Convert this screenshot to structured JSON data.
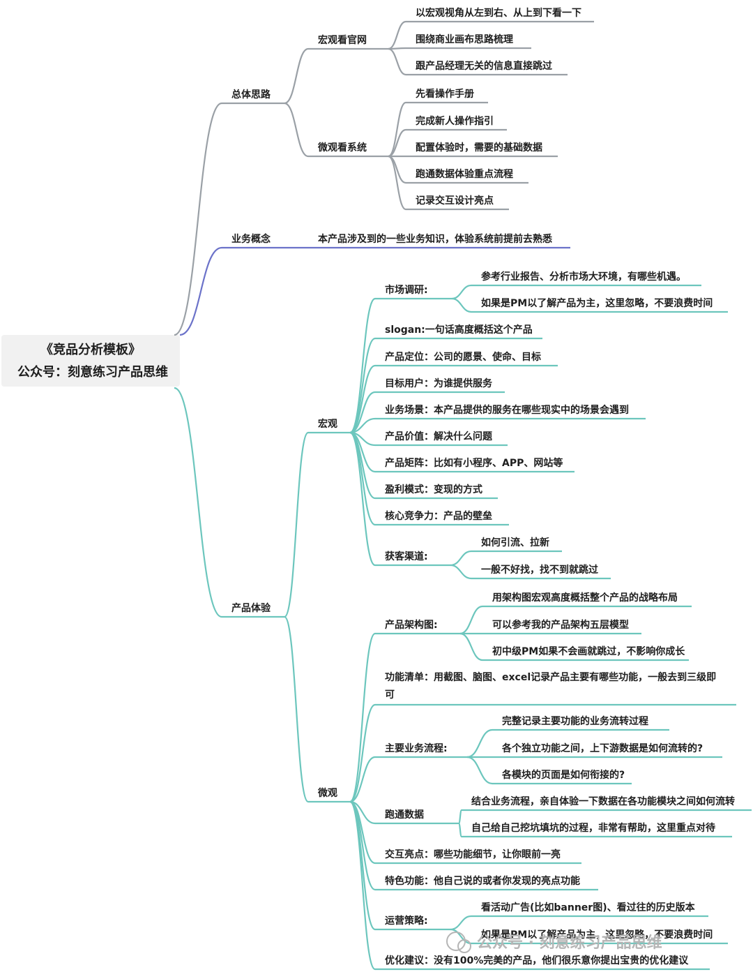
{
  "colors": {
    "gray": "#9aa0a6",
    "blue": "#6b72c9",
    "teal": "#6cc6bd",
    "root_bg": "#f1f1f1",
    "text": "#1e1e1e"
  },
  "root": {
    "title": "《竞品分析模板》",
    "subtitle": "公众号：刻意练习产品思维"
  },
  "branches": {
    "overall": {
      "label": "总体思路",
      "macro": {
        "label": "宏观看官网",
        "items": [
          "以宏观视角从左到右、从上到下看一下",
          "围绕商业画布思路梳理",
          "跟产品经理无关的信息直接跳过"
        ]
      },
      "micro": {
        "label": "微观看系统",
        "items": [
          "先看操作手册",
          "完成新人操作指引",
          "配置体验时，需要的基础数据",
          "跑通数据体验重点流程",
          "记录交互设计亮点"
        ]
      }
    },
    "business": {
      "label": "业务概念",
      "item": "本产品涉及到的一些业务知识，体验系统前提前去熟悉"
    },
    "experience": {
      "label": "产品体验",
      "macro": {
        "label": "宏观",
        "market": {
          "label": "市场调研:",
          "items": [
            "参考行业报告、分析市场大环境，有哪些机遇。",
            "如果是PM以了解产品为主，这里忽略，不要浪费时间"
          ]
        },
        "items": [
          "slogan:一句话高度概括这个产品",
          "产品定位：公司的愿景、使命、目标",
          "目标用户：为谁提供服务",
          "业务场景：本产品提供的服务在哪些现实中的场景会遇到",
          "产品价值：解决什么问题",
          "产品矩阵：比如有小程序、APP、网站等",
          "盈利模式：变现的方式",
          "核心竞争力：产品的壁垒"
        ],
        "channel": {
          "label": "获客渠道:",
          "items": [
            "如何引流、拉新",
            "一般不好找，找不到就跳过"
          ]
        }
      },
      "micro": {
        "label": "微观",
        "arch": {
          "label": "产品架构图:",
          "items": [
            "用架构图宏观高度概括整个产品的战略布局",
            "可以参考我的产品架构五层模型",
            "初中级PM如果不会画就跳过，不影响你成长"
          ]
        },
        "func": {
          "line1": "功能清单：用截图、脑图、excel记录产品主要有哪些功能，一般去到三级即",
          "line2": "可"
        },
        "flow": {
          "label": "主要业务流程:",
          "items": [
            "完整记录主要功能的业务流转过程",
            "各个独立功能之间，上下游数据是如何流转的?",
            "各模块的页面是如何衔接的?"
          ]
        },
        "data": {
          "label": "跑通数据",
          "items": [
            "结合业务流程，亲自体验一下数据在各功能模块之间如何流转",
            "自己给自己挖坑填坑的过程，非常有帮助，这里重点对待"
          ]
        },
        "interaction": "交互亮点：哪些功能细节，让你眼前一亮",
        "feature": "特色功能：他自己说的或者你发现的亮点功能",
        "ops": {
          "label": "运营策略:",
          "items": [
            "看活动广告(比如banner图)、看过往的历史版本",
            "如果是PM以了解产品为主，这里忽略，不要浪费时间"
          ]
        },
        "advice": "优化建议：没有100%完美的产品，他们很乐意你提出宝贵的优化建议"
      }
    }
  },
  "watermark": "公众号 · 刻意练习产品思维"
}
